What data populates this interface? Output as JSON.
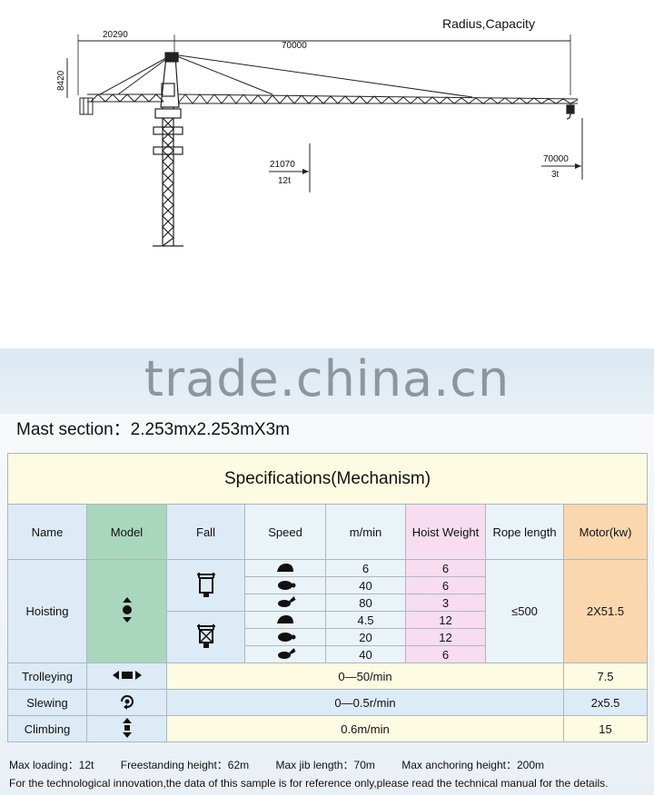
{
  "diagram": {
    "title": "Radius,Capacity",
    "dim_top_left": "20290",
    "dim_top_main": "70000",
    "dim_height": "8420",
    "load_near_radius": "21070",
    "load_near_capacity": "12t",
    "load_far_radius": "70000",
    "load_far_capacity": "3t"
  },
  "watermark": "trade.china.cn",
  "mast_section": "Mast section：2.253mx2.253mX3m",
  "table": {
    "title": "Specifications(Mechanism)",
    "headers": [
      "Name",
      "Model",
      "Fall",
      "Speed",
      "m/min",
      "Hoist Weight",
      "Rope length",
      "Motor(kw)"
    ],
    "hoisting": {
      "name": "Hoisting",
      "rope_length": "≤500",
      "motor": "2X51.5",
      "rows": [
        {
          "speed_icon": "snail-icon",
          "mmin": "6",
          "weight": "6"
        },
        {
          "speed_icon": "turtle-icon",
          "mmin": "40",
          "weight": "6"
        },
        {
          "speed_icon": "rabbit-icon",
          "mmin": "80",
          "weight": "3"
        },
        {
          "speed_icon": "snail-icon",
          "mmin": "4.5",
          "weight": "12"
        },
        {
          "speed_icon": "turtle-icon",
          "mmin": "20",
          "weight": "12"
        },
        {
          "speed_icon": "rabbit-icon",
          "mmin": "40",
          "weight": "6"
        }
      ]
    },
    "trolleying": {
      "name": "Trolleying",
      "value": "0—50/min",
      "motor": "7.5"
    },
    "slewing": {
      "name": "Slewing",
      "value": "0—0.5r/min",
      "motor": "2x5.5"
    },
    "climbing": {
      "name": "Climbing",
      "value": "0.6m/min",
      "motor": "15"
    }
  },
  "notes": {
    "max_loading": "Max loading：12t",
    "freestanding": "Freestanding height：62m",
    "max_jib": "Max jib length：70m",
    "max_anchoring": "Max anchoring height：200m",
    "disclaimer": "For the technological innovation,the data of this sample is for reference only,please read the technical manual for the details."
  },
  "colors": {
    "title_bg": "#fdfbe2",
    "header_blue": "#dcebf5",
    "model_green": "#a9d7bd",
    "weight_pink": "#f8dcef",
    "motor_peach": "#fbd7ae"
  }
}
